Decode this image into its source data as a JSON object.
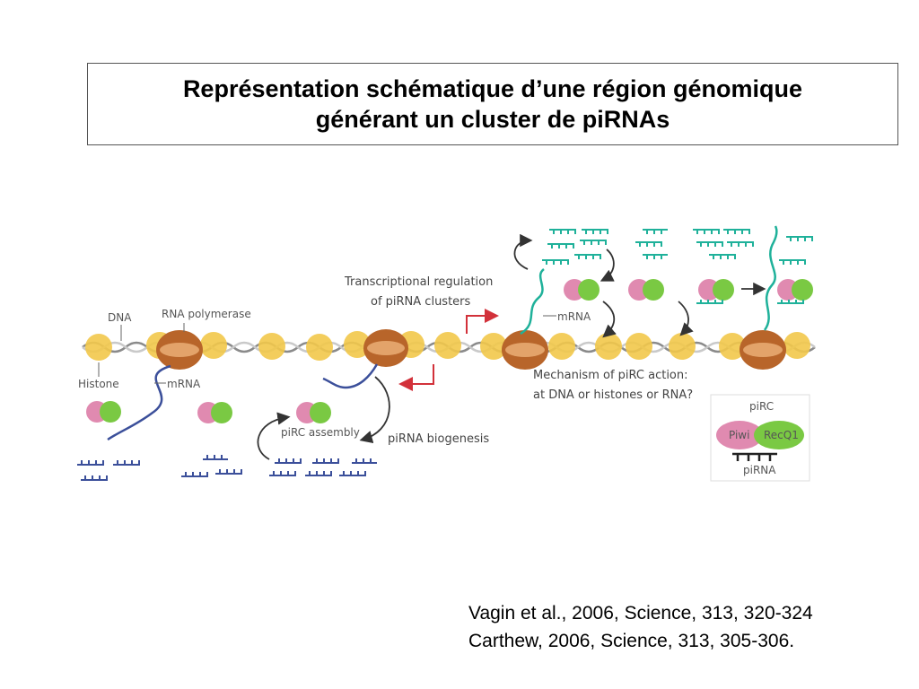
{
  "title": {
    "line1": "Représentation schématique d’une région génomique",
    "line2": "générant un cluster de piRNAs"
  },
  "figure": {
    "labels": {
      "dna": "DNA",
      "rna_polymerase": "RNA polymerase",
      "histone": "Histone",
      "mrna_left": "mRNA",
      "transcriptional_line1": "Transcriptional regulation",
      "transcriptional_line2": "of piRNA clusters",
      "mrna_right": "mRNA",
      "mechanism_line1": "Mechanism of piRC action:",
      "mechanism_line2": "at DNA or histones or RNA?",
      "pirc_assembly": "piRC assembly",
      "pirna_biogenesis": "piRNA biogenesis"
    },
    "inset": {
      "title": "piRC",
      "piwi": "Piwi",
      "recq1": "RecQ1",
      "pirna": "piRNA"
    },
    "colors": {
      "histone": "#f2c84b",
      "polymerase": "#b8652a",
      "rna_blue": "#3b4f9a",
      "rna_teal": "#1fb19a",
      "piwi_pink": "#e08ab0",
      "recq1_green": "#7ac943",
      "arrow_red": "#d2313a"
    }
  },
  "references": {
    "line1": "Vagin et al., 2006, Science, 313, 320-324",
    "line2": "Carthew, 2006, Science, 313, 305-306."
  }
}
